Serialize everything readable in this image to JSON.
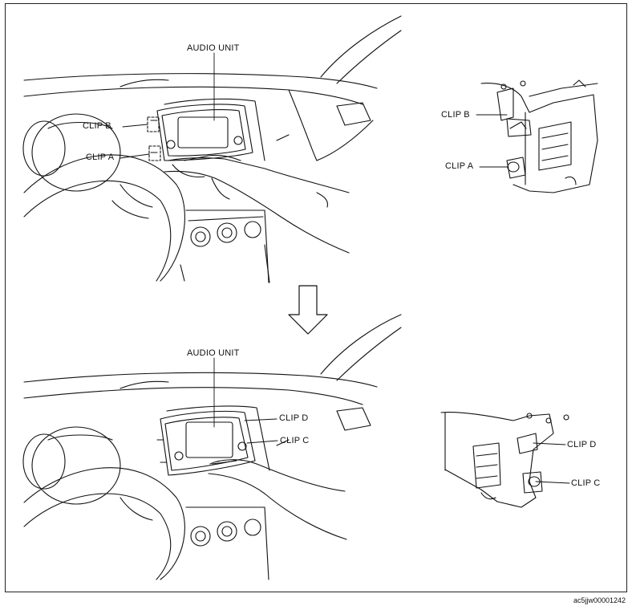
{
  "labels": {
    "top_audio_unit": "AUDIO UNIT",
    "top_clip_b": "CLIP B",
    "top_clip_a": "CLIP A",
    "detail_clip_b": "CLIP B",
    "detail_clip_a": "CLIP A",
    "bottom_audio_unit": "AUDIO UNIT",
    "bottom_clip_d": "CLIP D",
    "bottom_clip_c": "CLIP C",
    "detail_clip_d": "CLIP D",
    "detail_clip_c": "CLIP C"
  },
  "document_id": "ac5jjw00001242"
}
